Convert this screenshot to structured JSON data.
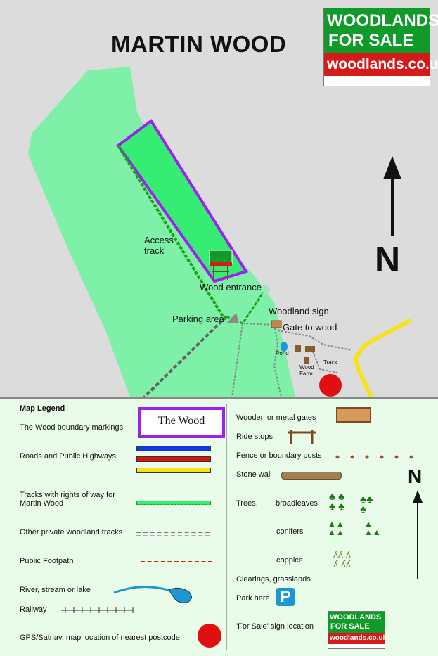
{
  "map": {
    "title": "MARTIN WOOD",
    "north": "N",
    "labels": {
      "access_track": "Access\ntrack",
      "wood_entrance": "Wood entrance",
      "parking_area": "Parking area",
      "woodland_sign": "Woodland sign",
      "gate_to_wood": "Gate to wood",
      "pond": "Pond",
      "track": "Track",
      "wood_farm": "Wood\nFarm"
    },
    "colors": {
      "background": "#dcdcdc",
      "woodland": "#7ef0a8",
      "the_wood": "#35ed72",
      "boundary": "#a020f0",
      "road_yellow": "#f6e21a",
      "postcode_marker": "#e01010"
    }
  },
  "logo": {
    "line1": "WOODLANDS",
    "line2": "FOR SALE",
    "line3": "woodlands.co.uk"
  },
  "legend": {
    "heading": "Map Legend",
    "left": [
      "The Wood boundary markings",
      "Roads and Public Highways",
      "Tracks with rights of way for\nMartin Wood",
      "Other private woodland tracks",
      "Public Footpath",
      "River, stream or lake",
      "Railway",
      "GPS/Satnav, map location of nearest postcode"
    ],
    "the_wood_box": "The Wood",
    "right": {
      "gates": "Wooden or metal gates",
      "ride_stops": "Ride stops",
      "fence": "Fence or boundary posts",
      "stone_wall": "Stone wall",
      "trees": "Trees,",
      "broadleaves": "broadleaves",
      "conifers": "conifers",
      "coppice": "coppice",
      "clearings": "Clearings, grasslands",
      "park_here": "Park here",
      "park_symbol": "P",
      "for_sale_sign": "'For Sale'  sign location"
    },
    "north": "N",
    "road_colors": [
      "#1436e0",
      "#e01010",
      "#f6e21a"
    ]
  }
}
